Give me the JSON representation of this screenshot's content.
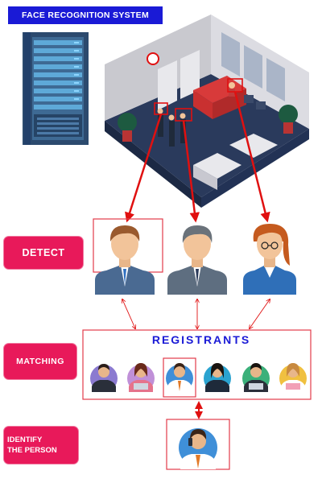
{
  "title": "FACE RECOGNITION SYSTEM",
  "stages": {
    "detect": "DETECT",
    "matching": "MATCHING",
    "identify_line1": "IDENTIFY",
    "identify_line2": "THE PERSON"
  },
  "registrants_title": "REGISTRANTS",
  "colors": {
    "title_banner": "#1a1ad6",
    "stage_label": "#e8195a",
    "arrow_red": "#e01010",
    "box_border": "#e23b4a",
    "registrants_text": "#1a1ad6"
  },
  "icons": {
    "server": "server-rack-icon",
    "office": "office-lobby-illustration",
    "detected_faces": [
      "male-brown-hair-face-icon",
      "male-gray-hair-face-icon",
      "female-glasses-face-icon"
    ],
    "registrants": [
      "man-beard-avatar-icon",
      "woman-laptop-avatar-icon",
      "man-tie-avatar-icon",
      "woman-suit-avatar-icon",
      "man-beard-laptop-avatar-icon",
      "woman-laptop-pink-avatar-icon"
    ],
    "identified": "identified-man-phone-icon"
  }
}
